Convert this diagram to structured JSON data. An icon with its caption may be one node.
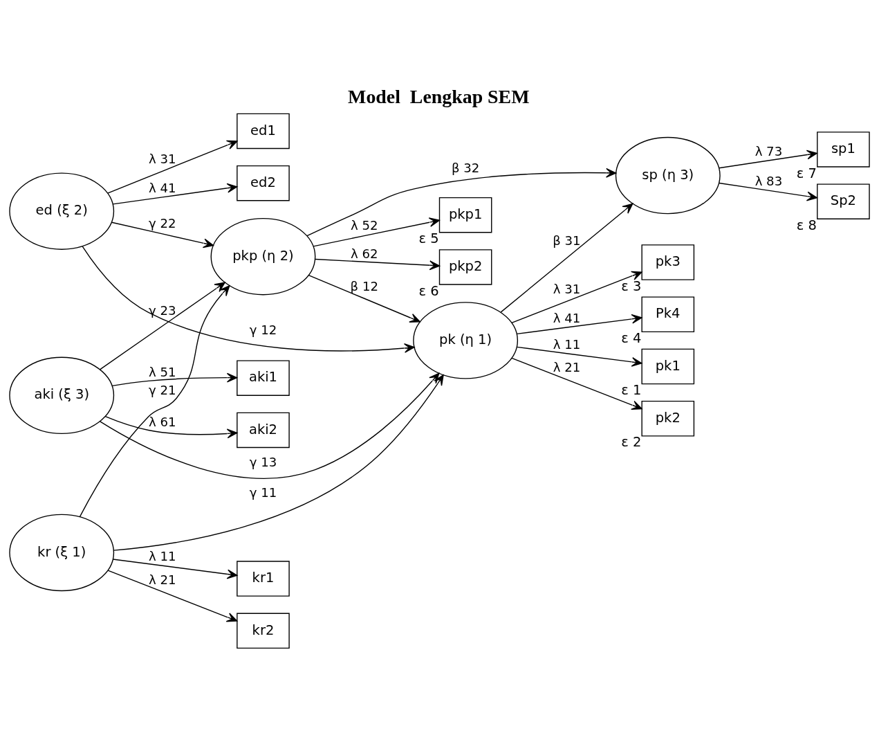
{
  "diagram": {
    "title": "Model  Lengkap SEM",
    "nodes": [
      {
        "text": [
          "kr (ξ 1)"
        ]
      },
      {
        "text": [
          "ed (ξ 2)"
        ]
      },
      {
        "text": [
          "aki (ξ 3)"
        ]
      },
      {
        "text": [
          "pk (η 1)"
        ]
      },
      {
        "text": [
          "pkp (η 2)"
        ]
      },
      {
        "text": [
          "sp (η 3)"
        ]
      },
      {
        "text": [
          "pk1"
        ],
        "beside": [
          "ε 1"
        ]
      },
      {
        "text": [
          "pk2"
        ],
        "beside": [
          "ε 2"
        ]
      },
      {
        "text": [
          "pk3"
        ],
        "beside": [
          "ε 3"
        ]
      },
      {
        "text": [
          "Pk4"
        ],
        "beside": [
          "ε 4"
        ]
      },
      {
        "text": [
          "kr1"
        ]
      },
      {
        "text": [
          "kr2"
        ]
      },
      {
        "text": [
          "ed1"
        ]
      },
      {
        "text": [
          "ed2"
        ]
      },
      {
        "text": [
          "aki1"
        ]
      },
      {
        "text": [
          "aki2"
        ]
      },
      {
        "text": [
          "pkp1"
        ],
        "beside": [
          "ε 5"
        ]
      },
      {
        "text": [
          "pkp2"
        ],
        "beside": [
          "ε 6"
        ]
      },
      {
        "text": [
          "sp1"
        ],
        "beside": [
          "ε 7"
        ]
      },
      {
        "text": [
          "Sp2"
        ],
        "beside": [
          "ε 8"
        ]
      }
    ],
    "edges": [
      {
        "from": 3,
        "to": 6,
        "arrow": "to",
        "label": "λ 11"
      },
      {
        "from": 3,
        "to": 7,
        "arrow": "to",
        "label": "λ 21"
      },
      {
        "from": 3,
        "to": 8,
        "arrow": "to",
        "label": "λ 31"
      },
      {
        "from": 3,
        "to": 9,
        "arrow": "to",
        "label": "λ 41"
      },
      {
        "from": 0,
        "to": 10,
        "arrow": "to",
        "label": "λ 11"
      },
      {
        "from": 0,
        "to": 11,
        "arrow": "to",
        "label": "λ 21"
      },
      {
        "from": 1,
        "to": 12,
        "arrow": "to",
        "label": "λ 31"
      },
      {
        "from": 1,
        "to": 13,
        "arrow": "to",
        "label": "λ 41"
      },
      {
        "from": 2,
        "to": 14,
        "arrow": "to",
        "label": "λ 51"
      },
      {
        "from": 2,
        "to": 15,
        "arrow": "to",
        "label": "λ 61"
      },
      {
        "from": 0,
        "to": 3,
        "arrow": "to",
        "label": "γ 11"
      },
      {
        "from": 0,
        "to": 4,
        "arrow": "to",
        "label": "γ 21"
      },
      {
        "from": 1,
        "to": 3,
        "arrow": "to",
        "label": "γ 12"
      },
      {
        "from": 1,
        "to": 4,
        "arrow": "to",
        "label": "γ 22"
      },
      {
        "from": 2,
        "to": 3,
        "arrow": "to",
        "label": "γ 13"
      },
      {
        "from": 2,
        "to": 4,
        "arrow": "to",
        "label": "γ 23"
      },
      {
        "from": 4,
        "to": 3,
        "arrow": "to",
        "label": "β 12"
      },
      {
        "from": 3,
        "to": 5,
        "arrow": "to",
        "label": "β 31"
      },
      {
        "from": 4,
        "to": 5,
        "arrow": "to",
        "label": "β 32"
      },
      {
        "from": 4,
        "to": 16,
        "arrow": "to",
        "label": "λ 52"
      },
      {
        "from": 4,
        "to": 17,
        "arrow": "to",
        "label": "λ 62"
      },
      {
        "from": 5,
        "to": 18,
        "arrow": "to",
        "label": "λ 73"
      },
      {
        "from": 5,
        "to": 19,
        "arrow": "to",
        "label": "λ 83"
      }
    ]
  }
}
